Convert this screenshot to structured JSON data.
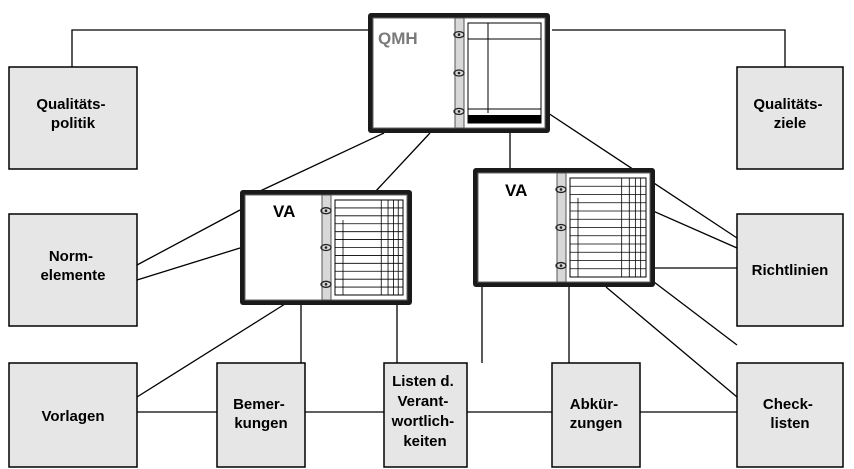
{
  "binders": {
    "qmh": "QMH",
    "va_left": "VA",
    "va_right": "VA"
  },
  "boxes": {
    "qualitaetspolitik": [
      "Qualitäts-",
      "politik"
    ],
    "qualitaetsziele": [
      "Qualitäts-",
      "ziele"
    ],
    "normelemente": [
      "Norm-",
      "elemente"
    ],
    "richtlinien": [
      "Richtlinien"
    ],
    "vorlagen": [
      "Vorlagen"
    ],
    "bemerkungen": [
      "Bemer-",
      "kungen"
    ],
    "listen": [
      "Listen d.",
      "Verant-",
      "wortlich-",
      "keiten"
    ],
    "abkuerzungen": [
      "Abkür-",
      "zungen"
    ],
    "checklisten": [
      "Check-",
      "listen"
    ]
  },
  "colors": {
    "box_fill": "#e6e6e6",
    "binder_frame": "#1a1a1a",
    "page": "#ffffff",
    "binder_label": "#7a7a7a",
    "binder_label_va": "#000000",
    "line": "#000000"
  }
}
